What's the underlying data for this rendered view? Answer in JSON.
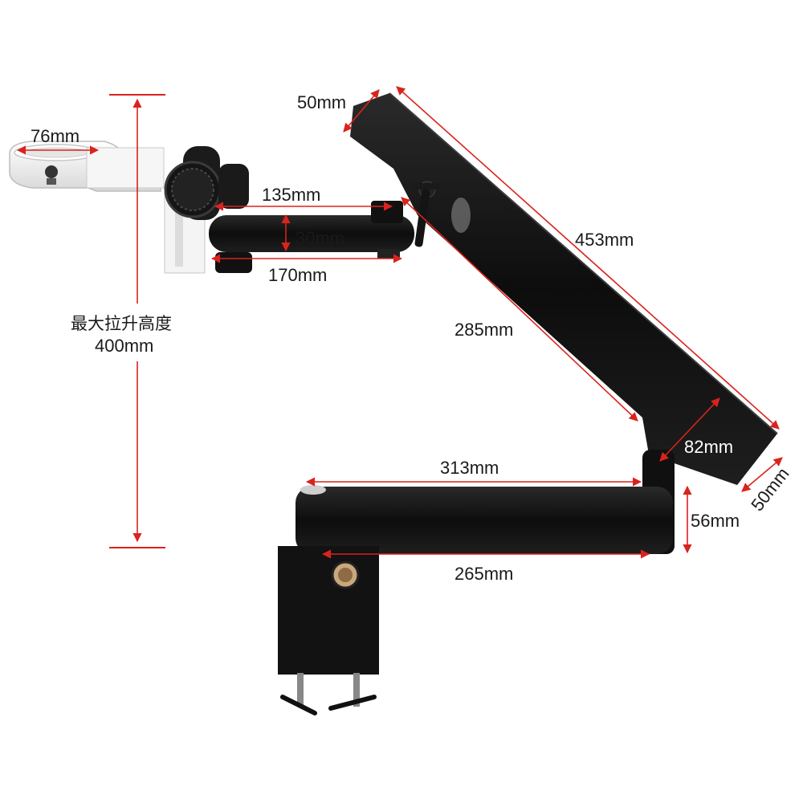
{
  "diagram": {
    "max_lift_label": "最大拉升高度",
    "max_lift_value": "400mm",
    "colors": {
      "dimension": "#d9231d",
      "body": "#111111",
      "ring": "#f2f2f2"
    }
  },
  "dimensions": {
    "ring_diameter": "76mm",
    "top_arm_width": "50mm",
    "short_arm_span": "135mm",
    "short_arm_height": "30mm",
    "short_arm_length": "170mm",
    "long_arm_length": "453mm",
    "long_arm_inner": "285mm",
    "long_arm_depth": "82mm",
    "long_arm_end_width": "50mm",
    "lower_arm_length": "313mm",
    "lower_arm_height": "56mm",
    "lower_arm_inner": "265mm"
  },
  "icons": {
    "focus-knob": "focus-knob-icon",
    "locking-lever": "locking-lever-icon",
    "clamp-screw": "clamp-screw-icon"
  }
}
